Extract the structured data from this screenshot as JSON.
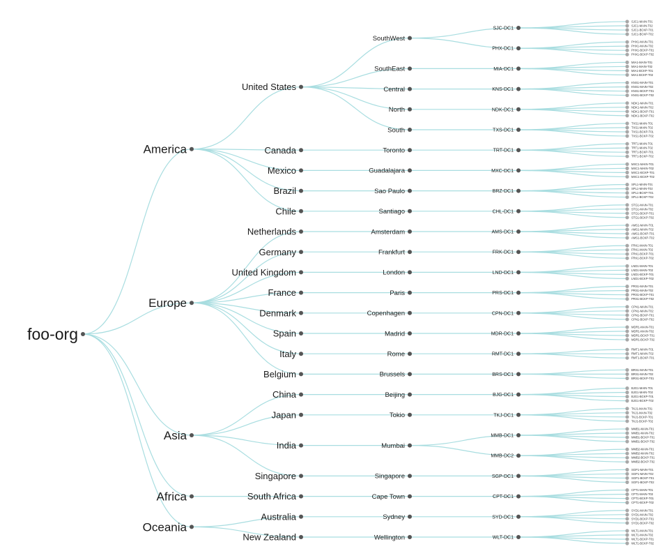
{
  "tree": {
    "root": "foo-org",
    "colors": {
      "link": "#a8dde0",
      "node": "#555555",
      "leaf": "#a8a8a8",
      "text": "#1a1a1a"
    },
    "regions": [
      {
        "name": "America",
        "countries": [
          {
            "name": "United States",
            "cities": [
              {
                "name": "SouthWest",
                "dcs": [
                  {
                    "name": "SJC-DC1",
                    "hosts": [
                      "SJC1-MAIN-T01",
                      "SJC1-MAIN-T02",
                      "SJC1-BCKP-T01",
                      "SJC1-BCKP-T02"
                    ]
                  },
                  {
                    "name": "PHX-DC1",
                    "hosts": [
                      "PHX1-MAIN-T01",
                      "PHX1-MAIN-T02",
                      "PHX1-BCKP-T01",
                      "PHX1-BCKP-T02"
                    ]
                  }
                ]
              },
              {
                "name": "SouthEast",
                "dcs": [
                  {
                    "name": "MIA-DC1",
                    "hosts": [
                      "MIA1-MAIN-T01",
                      "MIA1-MAIN-T02",
                      "MIA1-BCKP-T01",
                      "MIA1-BCKP-T02"
                    ]
                  }
                ]
              },
              {
                "name": "Central",
                "dcs": [
                  {
                    "name": "KNS-DC1",
                    "hosts": [
                      "KNS1-MAIN-T01",
                      "KNS1-MAIN-T02",
                      "KNS1-BCKP-T01",
                      "KNS1-BCKP-T02"
                    ]
                  }
                ]
              },
              {
                "name": "North",
                "dcs": [
                  {
                    "name": "NDK-DC1",
                    "hosts": [
                      "NDK1-MAIN-T01",
                      "NDK1-MAIN-T02",
                      "NDK1-BCKP-T01",
                      "NDK1-BCKP-T02"
                    ]
                  }
                ]
              },
              {
                "name": "South",
                "dcs": [
                  {
                    "name": "TXS-DC1",
                    "hosts": [
                      "TXS1-MAIN-T01",
                      "TXS1-MAIN-T02",
                      "TXS1-BCKP-T01",
                      "TXS1-BCKP-T02"
                    ]
                  }
                ]
              }
            ]
          },
          {
            "name": "Canada",
            "cities": [
              {
                "name": "Toronto",
                "dcs": [
                  {
                    "name": "TRT-DC1",
                    "hosts": [
                      "TRT1-MAIN-T01",
                      "TRT1-MAIN-T02",
                      "TRT1-BCKP-T01",
                      "TRT1-BCKP-T02"
                    ]
                  }
                ]
              }
            ]
          },
          {
            "name": "Mexico",
            "cities": [
              {
                "name": "Guadalajara",
                "dcs": [
                  {
                    "name": "MXC-DC1",
                    "hosts": [
                      "MXC1-MAIN-T01",
                      "MXC1-MAIN-T02",
                      "MXC1-BCKP-T01",
                      "MXC1-BCKP-T02"
                    ]
                  }
                ]
              }
            ]
          },
          {
            "name": "Brazil",
            "cities": [
              {
                "name": "Sao Paulo",
                "dcs": [
                  {
                    "name": "BRZ-DC1",
                    "hosts": [
                      "SPL1-MAIN-T01",
                      "SPL1-MAIN-T02",
                      "SPL1-BCKP-T01",
                      "SPL1-BCKP-T02"
                    ]
                  }
                ]
              }
            ]
          },
          {
            "name": "Chile",
            "cities": [
              {
                "name": "Santiago",
                "dcs": [
                  {
                    "name": "CHL-DC1",
                    "hosts": [
                      "STG1-MAIN-T01",
                      "STG1-MAIN-T02",
                      "STG1-BCKP-T01",
                      "STG1-BCKP-T02"
                    ]
                  }
                ]
              }
            ]
          }
        ]
      },
      {
        "name": "Europe",
        "countries": [
          {
            "name": "Netherlands",
            "cities": [
              {
                "name": "Amsterdam",
                "dcs": [
                  {
                    "name": "AMS-DC1",
                    "hosts": [
                      "AMS1-MAIN-T01",
                      "AMS1-MAIN-T02",
                      "AMS1-BCKP-T01",
                      "AMS1-BCKP-T02"
                    ]
                  }
                ]
              }
            ]
          },
          {
            "name": "Germany",
            "cities": [
              {
                "name": "Frankfurt",
                "dcs": [
                  {
                    "name": "FRK-DC1",
                    "hosts": [
                      "FRK1-MAIN-T01",
                      "FRK1-MAIN-T02",
                      "FRK1-BCKP-T01",
                      "FRK1-BCKP-T02"
                    ]
                  }
                ]
              }
            ]
          },
          {
            "name": "United Kingdom",
            "cities": [
              {
                "name": "London",
                "dcs": [
                  {
                    "name": "LND-DC1",
                    "hosts": [
                      "LND1-MAIN-T01",
                      "LND1-MAIN-T02",
                      "LND1-BCKP-T01",
                      "LND1-BCKP-T02"
                    ]
                  }
                ]
              }
            ]
          },
          {
            "name": "France",
            "cities": [
              {
                "name": "Paris",
                "dcs": [
                  {
                    "name": "PRS-DC1",
                    "hosts": [
                      "PRS1-MAIN-T01",
                      "PRS1-MAIN-T02",
                      "PRS1-BCKP-T01",
                      "PRS1-BCKP-T02"
                    ]
                  }
                ]
              }
            ]
          },
          {
            "name": "Denmark",
            "cities": [
              {
                "name": "Copenhagen",
                "dcs": [
                  {
                    "name": "CPN-DC1",
                    "hosts": [
                      "CPN1-MAIN-T01",
                      "CPN1-MAIN-T02",
                      "CPN1-BCKP-T01",
                      "CPN1-BCKP-T02"
                    ]
                  }
                ]
              }
            ]
          },
          {
            "name": "Spain",
            "cities": [
              {
                "name": "Madrid",
                "dcs": [
                  {
                    "name": "MDR-DC1",
                    "hosts": [
                      "MDR1-MAIN-T01",
                      "MDR1-MAIN-T02",
                      "MDR1-BCKP-T01",
                      "MDR1-BCKP-T02"
                    ]
                  }
                ]
              }
            ]
          },
          {
            "name": "Italy",
            "cities": [
              {
                "name": "Rome",
                "dcs": [
                  {
                    "name": "RMT-DC1",
                    "hosts": [
                      "RMT1-MAIN-T01",
                      "RMT1-MAIN-T02",
                      "RMT1-BCKP-T01"
                    ]
                  }
                ]
              }
            ]
          },
          {
            "name": "Belgium",
            "cities": [
              {
                "name": "Brussels",
                "dcs": [
                  {
                    "name": "BRS-DC1",
                    "hosts": [
                      "BRS1-MAIN-T01",
                      "BRS1-MAIN-T02",
                      "BRS1-BCKP-T01"
                    ]
                  }
                ]
              }
            ]
          }
        ]
      },
      {
        "name": "Asia",
        "countries": [
          {
            "name": "China",
            "cities": [
              {
                "name": "Beijing",
                "dcs": [
                  {
                    "name": "BJG-DC1",
                    "hosts": [
                      "BJG1-MAIN-T01",
                      "BJG1-MAIN-T02",
                      "BJG1-BCKP-T01",
                      "BJG1-BCKP-T02"
                    ]
                  }
                ]
              }
            ]
          },
          {
            "name": "Japan",
            "cities": [
              {
                "name": "Tokio",
                "dcs": [
                  {
                    "name": "TKJ-DC1",
                    "hosts": [
                      "TKJ1-MAIN-T01",
                      "TKJ1-MAIN-T02",
                      "TKJ1-BCKP-T01",
                      "TKJ1-BCKP-T02"
                    ]
                  }
                ]
              }
            ]
          },
          {
            "name": "India",
            "cities": [
              {
                "name": "Mumbai",
                "dcs": [
                  {
                    "name": "MMB-DC1",
                    "hosts": [
                      "MMB1-MAIN-T01",
                      "MMB1-MAIN-T02",
                      "MMB1-BCKP-T01",
                      "MMB1-BCKP-T02"
                    ]
                  },
                  {
                    "name": "MMB-DC2",
                    "hosts": [
                      "MMB2-MAIN-T01",
                      "MMB2-MAIN-T02",
                      "MMB2-BCKP-T01",
                      "MMB2-BCKP-T02"
                    ]
                  }
                ]
              }
            ]
          },
          {
            "name": "Singapore",
            "cities": [
              {
                "name": "Singapore",
                "dcs": [
                  {
                    "name": "SGP-DC1",
                    "hosts": [
                      "SGP1-MAIN-T01",
                      "SGP1-MAIN-T02",
                      "SGP1-BCKP-T01",
                      "SGP1-BCKP-T02"
                    ]
                  }
                ]
              }
            ]
          }
        ]
      },
      {
        "name": "Africa",
        "countries": [
          {
            "name": "South Africa",
            "cities": [
              {
                "name": "Cape Town",
                "dcs": [
                  {
                    "name": "CPT-DC1",
                    "hosts": [
                      "CPT1-MAIN-T01",
                      "CPT1-MAIN-T02",
                      "CPT1-BCKP-T01",
                      "CPT1-BCKP-T02"
                    ]
                  }
                ]
              }
            ]
          }
        ]
      },
      {
        "name": "Oceania",
        "countries": [
          {
            "name": "Australia",
            "cities": [
              {
                "name": "Sydney",
                "dcs": [
                  {
                    "name": "SYD-DC1",
                    "hosts": [
                      "SYD1-MAIN-T01",
                      "SYD1-MAIN-T02",
                      "SYD1-BCKP-T01",
                      "SYD1-BCKP-T02"
                    ]
                  }
                ]
              }
            ]
          },
          {
            "name": "New Zealand",
            "cities": [
              {
                "name": "Wellington",
                "dcs": [
                  {
                    "name": "WLT-DC1",
                    "hosts": [
                      "WLT1-MAIN-T01",
                      "WLT1-MAIN-T02",
                      "WLT1-BCKP-T01",
                      "WLT1-BCKP-T02"
                    ]
                  }
                ]
              }
            ]
          }
        ]
      }
    ]
  }
}
